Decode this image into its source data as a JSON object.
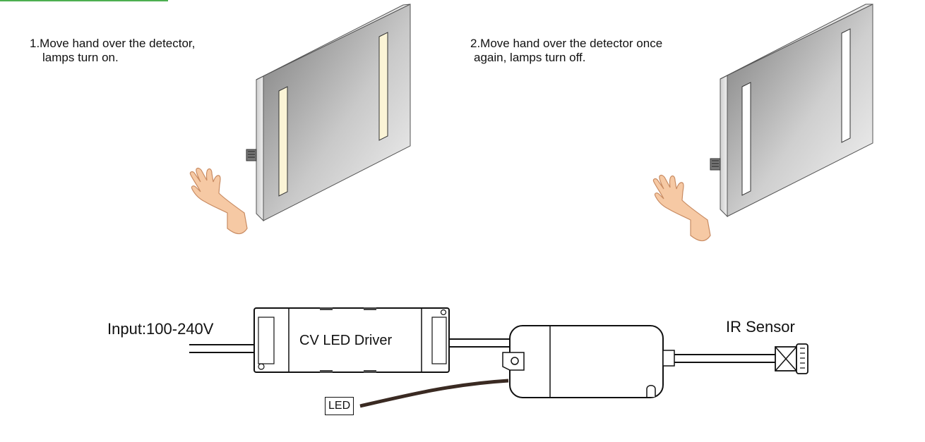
{
  "step1": {
    "line1": "1.Move hand over the detector,",
    "line2": "lamps turn on."
  },
  "step2": {
    "line1": "2.Move hand over the detector once",
    "line2": "again, lamps turn off."
  },
  "wiring": {
    "input_label": "Input:100-240V",
    "driver_label": "CV LED Driver",
    "sensor_label": "IR Sensor",
    "led_label": "LED"
  },
  "colors": {
    "lamp_on": "#fbf4d6",
    "lamp_off": "#ffffff",
    "skin": "#f6c9a4",
    "accent_line": "#4caf50"
  }
}
